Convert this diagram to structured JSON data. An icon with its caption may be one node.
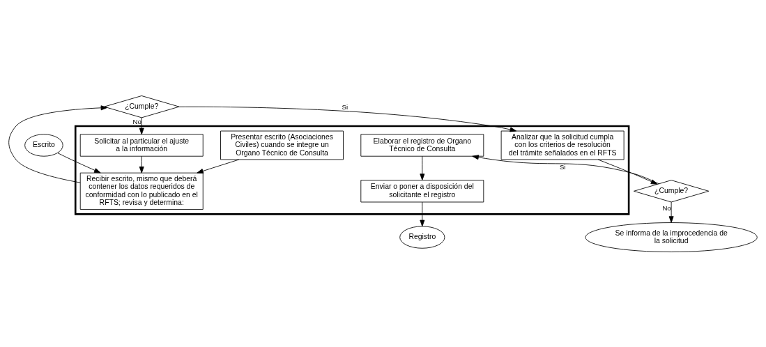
{
  "diagram": {
    "nodes": [
      {
        "text": [],
        "shape": "box"
      },
      {
        "text": [
          "Presentar escrito (Asociaciones Civiles) cuando se integre un Organo Técnico de Consulta"
        ],
        "in": 0
      },
      {
        "text": [
          "Recibir escrito, mismo que deberá contener los datos requeridos de conformidad con lo publicado en el RFTS; revisa y determina:"
        ],
        "in": 0
      },
      {
        "text": [
          "Solicitar al particular el ajuste a la información"
        ],
        "in": 0
      },
      {
        "text": [
          "Analizar que la solicitud cumpla con los criterios de resolución del trámite señalados en el RFTS"
        ],
        "in": 0
      },
      {
        "text": [
          "Elaborar el registro de Organo Técnico de Consulta"
        ],
        "in": 0
      },
      {
        "text": [
          "Enviar o poner a disposición del solicitante el registro"
        ],
        "in": 0
      },
      {
        "text": [
          "Escrito"
        ]
      },
      {
        "text": [
          "¿Cumple?"
        ]
      },
      {
        "text": [
          "¿Cumple?"
        ]
      },
      {
        "text": [
          "Se informa de la improcedencia de la solicitud"
        ]
      },
      {
        "text": [
          "Registro"
        ]
      }
    ],
    "edges": [
      {
        "from": 1,
        "to": 2,
        "arrow": "to"
      },
      {
        "from": 7,
        "to": 2,
        "arrow": "to"
      },
      {
        "from": 2,
        "to": 8,
        "arrow": "to"
      },
      {
        "from": 8,
        "to": 3,
        "arrow": "to",
        "label": "No"
      },
      {
        "from": 8,
        "to": 4,
        "arrow": "to",
        "label": "Si"
      },
      {
        "from": 3,
        "to": 2,
        "arrow": "to"
      },
      {
        "from": 4,
        "to": 9,
        "arrow": "to"
      },
      {
        "from": 9,
        "to": 10,
        "arrow": "to",
        "label": "No"
      },
      {
        "from": 9,
        "to": 5,
        "arrow": "to",
        "label": "Si"
      },
      {
        "from": 5,
        "to": 6,
        "arrow": "to"
      },
      {
        "from": 6,
        "to": 11,
        "arrow": "to"
      }
    ]
  }
}
